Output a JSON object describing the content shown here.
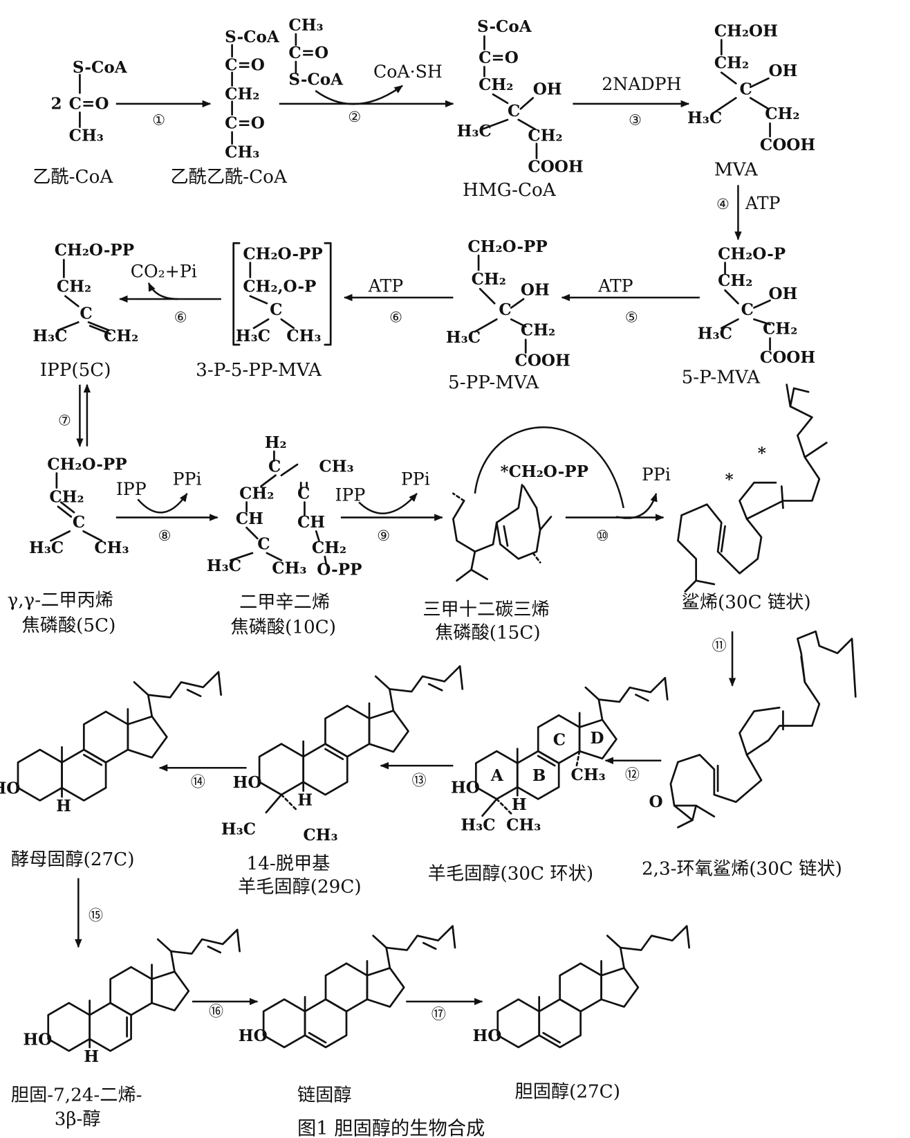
{
  "caption": "图1  胆固醇的生物合成",
  "compounds": {
    "acetyl_coa": "乙酰-CoA",
    "acetoacetyl_coa": "乙酰乙酰-CoA",
    "hmg_coa": "HMG-CoA",
    "mva": "MVA",
    "p_mva": "5-P-MVA",
    "pp_mva": "5-PP-MVA",
    "p_pp_mva": "3-P-5-PP-MVA",
    "ipp": "IPP(5C)",
    "dmapp_1": "γ,γ-二甲丙烯",
    "dmapp_2": "焦磷酸(5C)",
    "gpp_1": "二甲辛二烯",
    "gpp_2": "焦磷酸(10C)",
    "fpp_1": "三甲十二碳三烯",
    "fpp_2": "焦磷酸(15C)",
    "squalene": "鲨烯(30C 链状)",
    "oxidosqualene": "2,3-环氧鲨烯(30C 链状)",
    "lanosterol": "羊毛固醇(30C 环状)",
    "demethyl_1": "14-脱甲基",
    "demethyl_2": "羊毛固醇(29C)",
    "zymosterol": "酵母固醇(27C)",
    "dienol_1": "胆固-7,24-二烯-",
    "dienol_2": "3β-醇",
    "desmosterol": "链固醇",
    "cholesterol": "胆固醇(27C)"
  },
  "steps": [
    "①",
    "②",
    "③",
    "④",
    "⑤",
    "⑥",
    "⑥",
    "⑦",
    "⑧",
    "⑨",
    "⑩",
    "⑪",
    "⑫",
    "⑬",
    "⑭",
    "⑮",
    "⑯",
    "⑰"
  ],
  "reagents": {
    "coash": "CoA·SH",
    "nadph": "2NADPH",
    "atp4": "ATP",
    "atp5": "ATP",
    "atp6": "ATP",
    "co2pi": "CO₂+Pi",
    "ipp8": "IPP",
    "ppi8": "PPi",
    "ipp9": "IPP",
    "ppi9": "PPi",
    "ppi10": "PPi"
  },
  "groups": {
    "acetyl": [
      "S-CoA",
      "2",
      "C=O",
      "CH₃"
    ],
    "acetoacetyl": [
      "S-CoA",
      "C=O",
      "CH₂",
      "C=O",
      "CH₃",
      "CH₃",
      "C=O",
      "S-CoA"
    ],
    "hmg": [
      "S-CoA",
      "C=O",
      "CH₂",
      "OH",
      "C",
      "H₃C",
      "CH₂",
      "COOH"
    ],
    "mva": [
      "CH₂OH",
      "CH₂",
      "OH",
      "C",
      "H₃C",
      "CH₂",
      "COOH"
    ],
    "pmva": [
      "CH₂O-P",
      "CH₂",
      "OH",
      "C",
      "H₃C",
      "CH₂",
      "COOH"
    ],
    "ppmva": [
      "CH₂O-PP",
      "CH₂",
      "OH",
      "C",
      "H₃C",
      "CH₂",
      "COOH"
    ],
    "ppmva3": [
      "CH₂O-PP",
      "CH₂,O-P",
      "C",
      "H₃C",
      "CH₃"
    ],
    "ipp": [
      "CH₂O-PP",
      "CH₂",
      "C",
      "H₃C",
      "CH₂"
    ],
    "dmapp": [
      "CH₂O-PP",
      "CH₂",
      "C",
      "H₃C",
      "CH₃"
    ],
    "gpp": [
      "H₂",
      "C",
      "CH₃",
      "CH₂",
      "C",
      "CH",
      "CH",
      "C",
      "CH₂",
      "H₃C",
      "CH₃",
      "O-PP"
    ],
    "fpp": [
      "*CH₂O-PP"
    ],
    "squalene": [
      "*",
      "*"
    ],
    "oxido": [
      "O"
    ],
    "lanost": [
      "A",
      "B",
      "C",
      "D",
      "CH₃",
      "H₃C",
      "CH₃"
    ],
    "demethyl": [
      "H₃C",
      "CH₃"
    ],
    "ho": "HO",
    "h": "H"
  }
}
